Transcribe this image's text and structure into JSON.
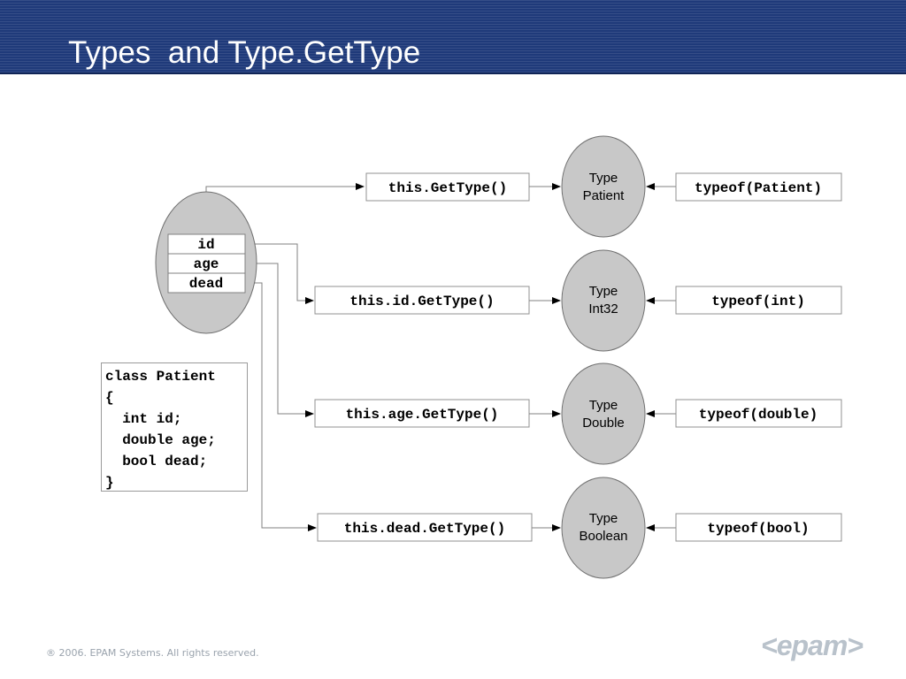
{
  "header": {
    "title": "Types  and Type.GetType"
  },
  "object": {
    "fields": [
      "id",
      "age",
      "dead"
    ]
  },
  "calls": [
    "this.GetType()",
    "this.id.GetType()",
    "this.age.GetType()",
    "this.dead.GetType()"
  ],
  "types": [
    {
      "line1": "Type",
      "line2": "Patient"
    },
    {
      "line1": "Type",
      "line2": "Int32"
    },
    {
      "line1": "Type",
      "line2": "Double"
    },
    {
      "line1": "Type",
      "line2": "Boolean"
    }
  ],
  "typeofs": [
    "typeof(Patient)",
    "typeof(int)",
    "typeof(double)",
    "typeof(bool)"
  ],
  "code": [
    "class Patient",
    "{",
    "  int id;",
    "  double age;",
    "  bool dead;",
    "}"
  ],
  "footer": {
    "copyright": "® 2006. EPAM Systems. All rights reserved.",
    "logo": "<epam>"
  },
  "colors": {
    "header_bg": "#1f3a7a",
    "ellipse_fill": "#c8c8c8",
    "line": "#707070"
  }
}
